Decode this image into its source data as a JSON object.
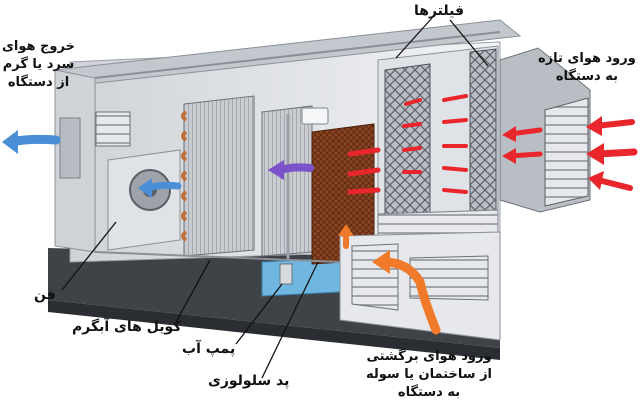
{
  "labels": {
    "filters": "فیلترها",
    "fresh_air_in": [
      "ورود هوای تازه",
      "به دستگاه"
    ],
    "air_out": [
      "خروج هوای",
      "سرد یا گرم",
      "از دستگاه"
    ],
    "fan": "فن",
    "cooling_coil": "کویل های آبگرم",
    "water_pump": "پمپ آب",
    "cellulose_pad": "پد سلولوزی",
    "return_air_in": [
      "ورود هوای برگشتی",
      "از ساختمان یا سوله",
      "به دستگاه"
    ]
  },
  "colors": {
    "airflow_out": "#4a8fd6",
    "airflow_mid": "#7b52c9",
    "airflow_fresh": "#e8262b",
    "airflow_return": "#f07a2a",
    "cabinet": "#d5d9de",
    "copper_coil": "#c0703a",
    "cellulose": "#7a3b1c",
    "filter": "#8a8e94"
  }
}
